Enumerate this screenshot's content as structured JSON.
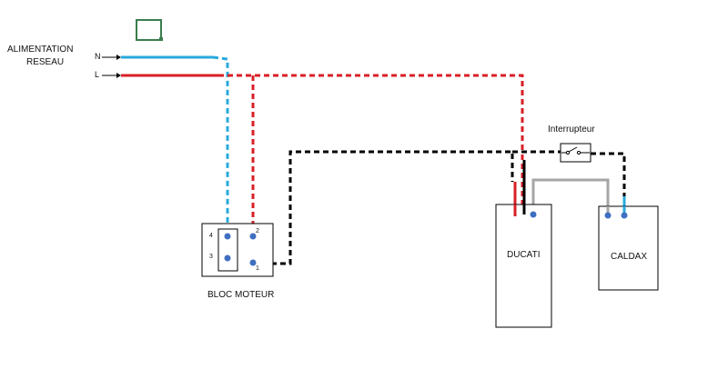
{
  "supply": {
    "line1": "ALIMENTATION",
    "line2": "RESEAU",
    "neutral": "N",
    "live": "L"
  },
  "motor": {
    "label": "BLOC MOTEUR",
    "terminals": {
      "t1": "1",
      "t2": "2",
      "t3": "3",
      "t4": "4"
    }
  },
  "switch": {
    "label": "Interrupteur"
  },
  "boxes": {
    "ducati": "DUCATI",
    "caldax": "CALDAX"
  },
  "colors": {
    "neutral": "#29a9dc",
    "live": "#d91f26",
    "switched": "#000000",
    "link": "#a6a6a6",
    "terminal": "#3f6fc1",
    "symbol": "#3a7d4e"
  }
}
